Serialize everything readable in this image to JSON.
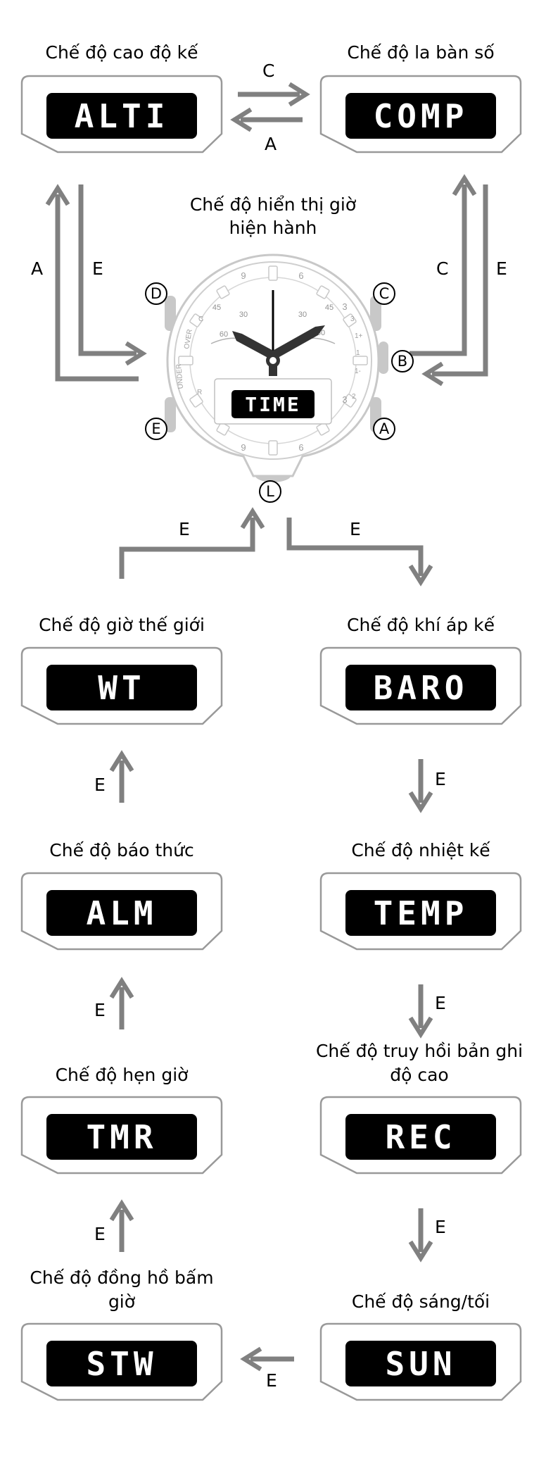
{
  "modes": {
    "alti": {
      "label": "Chế độ cao độ kế",
      "display": "ALTI"
    },
    "comp": {
      "label": "Chế độ la bàn số",
      "display": "COMP"
    },
    "time": {
      "label_line1": "Chế độ hiển thị giờ",
      "label_line2": "hiện hành",
      "display": "TIME"
    },
    "wt": {
      "label": "Chế độ giờ thế giới",
      "display": "WT"
    },
    "baro": {
      "label": "Chế độ khí áp kế",
      "display": "BARO"
    },
    "alm": {
      "label": "Chế độ báo thức",
      "display": "ALM"
    },
    "temp": {
      "label": "Chế độ nhiệt kế",
      "display": "TEMP"
    },
    "tmr": {
      "label": "Chế độ hẹn giờ",
      "display": "TMR"
    },
    "rec": {
      "label_line1": "Chế độ truy hồi bản ghi",
      "label_line2": "độ cao",
      "display": "REC"
    },
    "stw": {
      "label_line1": "Chế độ đồng hồ bấm",
      "label_line2": "giờ",
      "display": "STW"
    },
    "sun": {
      "label": "Chế độ sáng/tối",
      "display": "SUN"
    }
  },
  "buttons": {
    "a": "A",
    "b": "B",
    "c": "C",
    "d": "D",
    "e": "E",
    "l": "L"
  },
  "transitions": {
    "alti_to_comp": "C",
    "comp_to_alti": "A",
    "time_to_alti": "A",
    "alti_to_time": "E",
    "time_to_comp": "C",
    "comp_to_time": "E",
    "wt_to_time": "E",
    "time_to_baro": "E",
    "alm_to_wt": "E",
    "baro_to_temp": "E",
    "tmr_to_alm": "E",
    "temp_to_rec": "E",
    "stw_to_tmr": "E",
    "rec_to_sun": "E",
    "sun_to_stw": "E"
  },
  "watch": {
    "bezel_numbers": [
      "9",
      "6",
      "3",
      "3",
      "6",
      "9"
    ],
    "dial_marks": [
      "45",
      "30",
      "60",
      "30",
      "60",
      "45"
    ],
    "side_labels": [
      "OVER",
      "UNDER",
      "C",
      "R",
      "1+",
      "1",
      "1-",
      "2",
      "3"
    ]
  },
  "colors": {
    "arrow": "#808080",
    "outline": "#999999",
    "lcd": "#000000",
    "lcd_text": "#ffffff"
  }
}
